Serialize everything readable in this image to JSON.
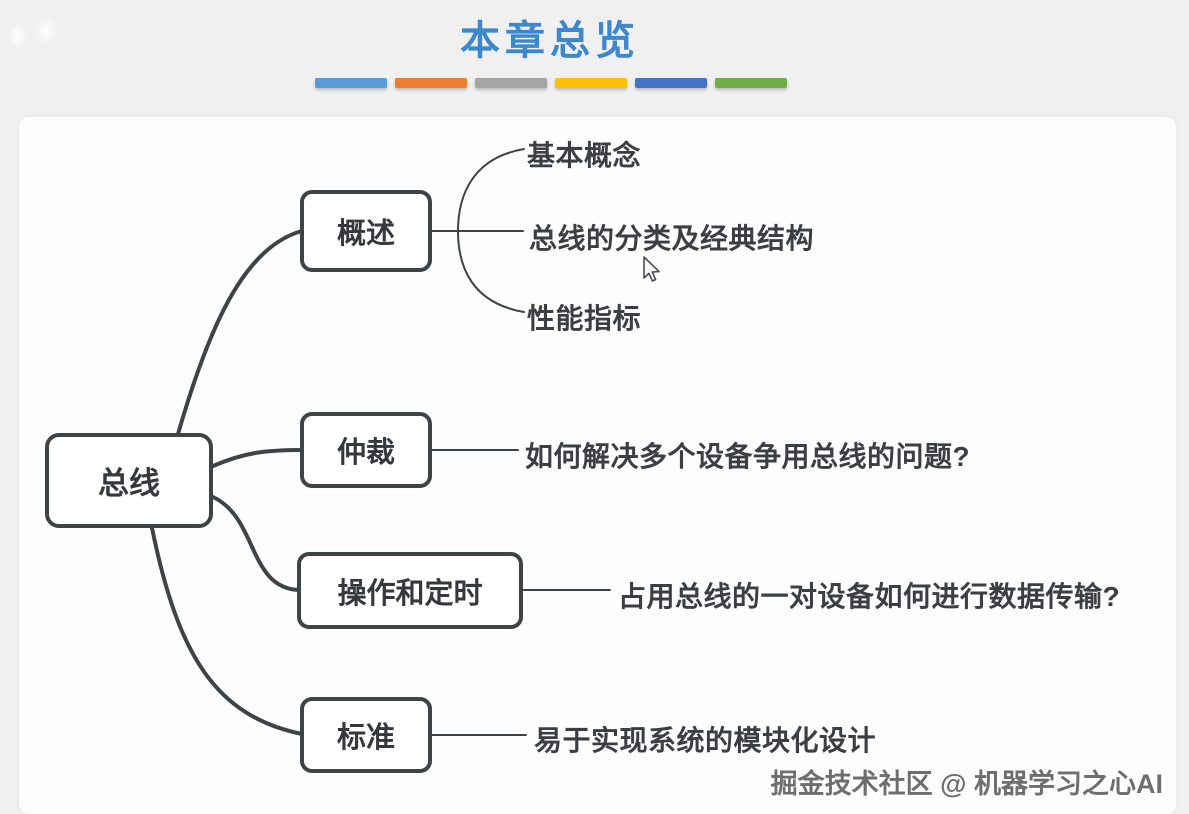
{
  "header": {
    "title": "本章总览",
    "title_color": "#3d87cd",
    "accent_bars": [
      {
        "name": "light-blue",
        "color": "#5B9BD5"
      },
      {
        "name": "orange",
        "color": "#ED7D31"
      },
      {
        "name": "gray",
        "color": "#A5A5A5"
      },
      {
        "name": "gold",
        "color": "#FFC000"
      },
      {
        "name": "blue",
        "color": "#4472C4"
      },
      {
        "name": "green",
        "color": "#70AD47"
      }
    ]
  },
  "mindmap": {
    "root": {
      "label": "总线"
    },
    "branches": [
      {
        "label": "概述",
        "children": [
          "基本概念",
          "总线的分类及经典结构",
          "性能指标"
        ]
      },
      {
        "label": "仲裁",
        "children": [
          "如何解决多个设备争用总线的问题?"
        ]
      },
      {
        "label": "操作和定时",
        "children": [
          "占用总线的一对设备如何进行数据传输?"
        ]
      },
      {
        "label": "标准",
        "children": [
          "易于实现系统的模块化设计"
        ]
      }
    ],
    "line_color": "#3e4347",
    "node_background": "#ffffff",
    "text_color": "#35393d"
  },
  "watermark": {
    "text": "掘金技术社区 @ 机器学习之心AI"
  }
}
